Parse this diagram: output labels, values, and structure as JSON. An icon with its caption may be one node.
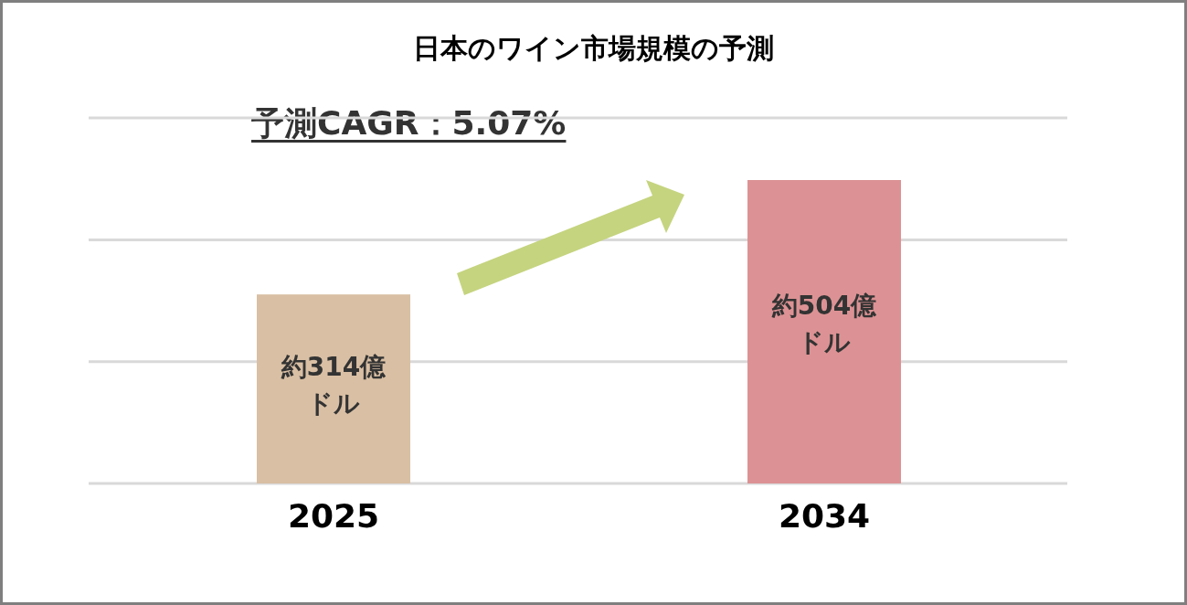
{
  "diagram": {
    "title": "日本のワイン市場規模の予測",
    "labels": [
      "予測CAGR：5.07%"
    ],
    "chart_data": {
      "type": "bar",
      "categories": [
        "2025",
        "2034"
      ],
      "values": [
        314,
        504
      ],
      "value_labels": [
        "約314億ドル",
        "約504億ドル"
      ]
    }
  }
}
